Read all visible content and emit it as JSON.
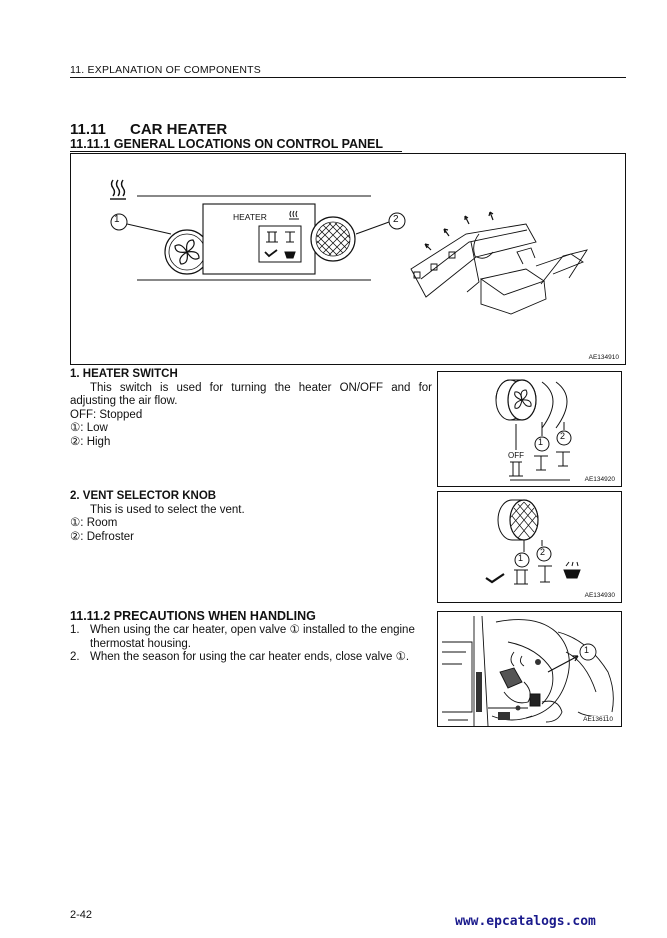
{
  "header": {
    "running_head": "11. EXPLANATION OF COMPONENTS"
  },
  "section": {
    "number": "11.11",
    "title": "CAR HEATER"
  },
  "subsection1": {
    "title": "11.11.1 GENERAL LOCATIONS ON CONTROL PANEL"
  },
  "figure_main": {
    "code": "AE134910",
    "panel_label": "HEATER",
    "callout_1": "①",
    "callout_2": "②"
  },
  "heater_switch": {
    "heading": "1.  HEATER SWITCH",
    "desc_line1": "This switch is used for turning the heater ON/OFF and for",
    "desc_line2": "adjusting the air flow.",
    "off": "OFF: Stopped",
    "low": "①: Low",
    "high": "②: High"
  },
  "figure_switch": {
    "code": "AE134920",
    "off_label": "OFF",
    "c1": "①",
    "c2": "②"
  },
  "vent_knob": {
    "heading": "2.  VENT SELECTOR KNOB",
    "desc": "This is used to select the vent.",
    "room": "①: Room",
    "defroster": "②: Defroster"
  },
  "figure_vent": {
    "code": "AE134930",
    "c1": "①",
    "c2": "②"
  },
  "subsection2": {
    "title": "11.11.2 PRECAUTIONS WHEN HANDLING",
    "items": [
      {
        "n": "1.",
        "line1": "When using the car heater, open valve ① installed to the engine",
        "line2": "thermostat housing."
      },
      {
        "n": "2.",
        "line1": "When the season for using the car heater ends, close valve ①."
      }
    ]
  },
  "figure_valve": {
    "code": "AE136110",
    "c1": "①"
  },
  "footer": {
    "page_number": "2-42",
    "site": "www.epcatalogs.com"
  }
}
